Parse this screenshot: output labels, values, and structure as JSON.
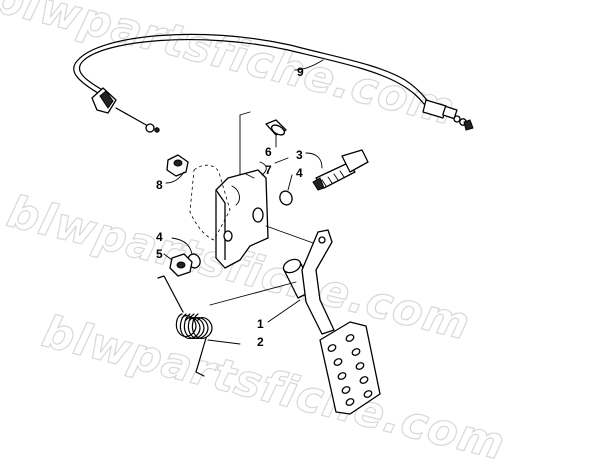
{
  "watermark": {
    "text": "blwpartsfiche.com",
    "color": "#d8d8d8"
  },
  "callouts": [
    {
      "id": "1",
      "text": "1"
    },
    {
      "id": "2",
      "text": "2"
    },
    {
      "id": "3",
      "text": "3"
    },
    {
      "id": "4a",
      "text": "4"
    },
    {
      "id": "4b",
      "text": "4"
    },
    {
      "id": "5",
      "text": "5"
    },
    {
      "id": "6",
      "text": "6"
    },
    {
      "id": "7",
      "text": "7"
    },
    {
      "id": "8",
      "text": "8"
    },
    {
      "id": "9",
      "text": "9"
    }
  ]
}
